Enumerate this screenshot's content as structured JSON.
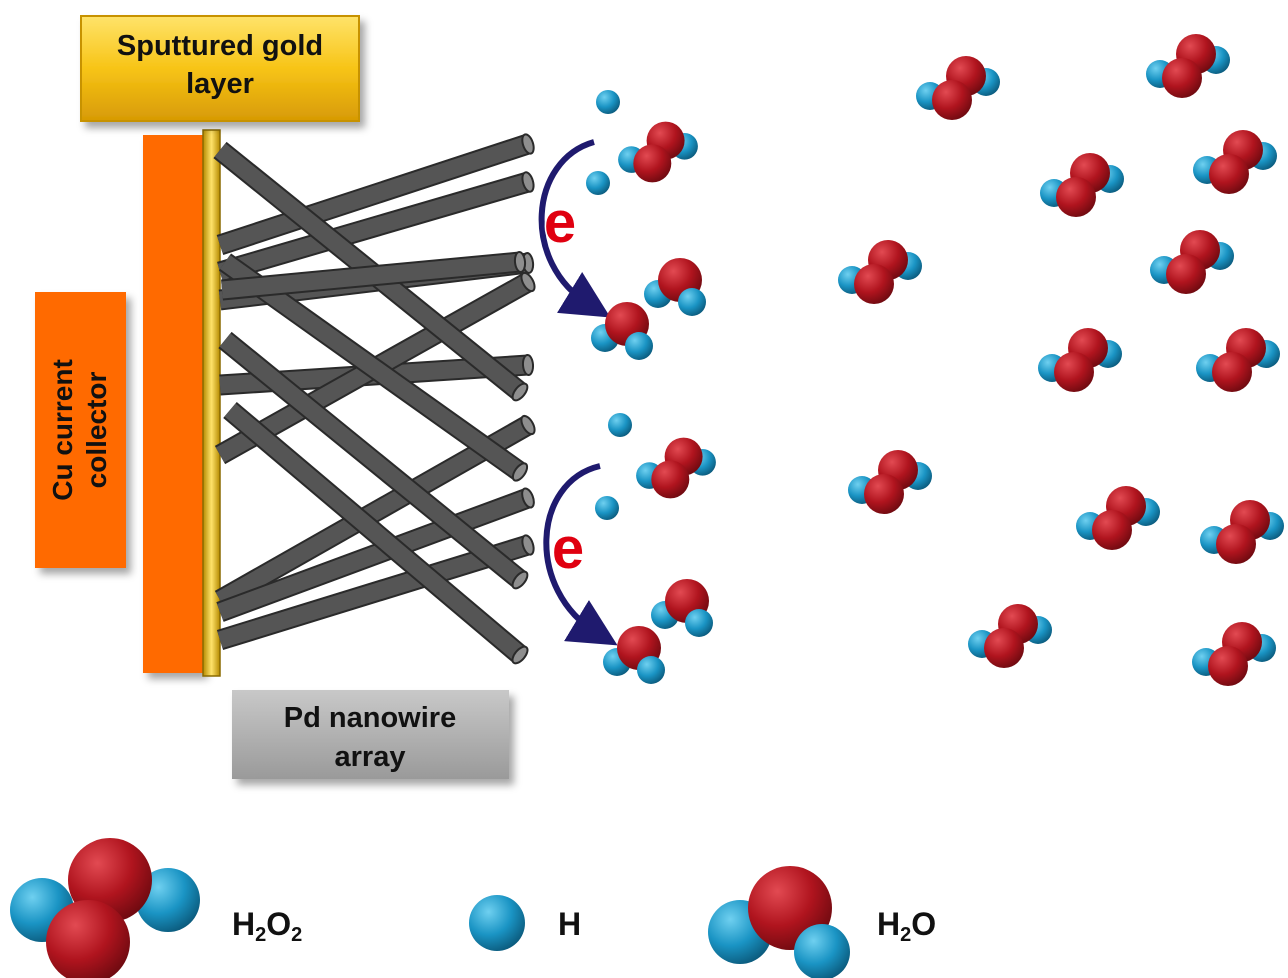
{
  "labels": {
    "gold_line1": "Sputtured gold",
    "gold_line2": "layer",
    "cu_line1": "Cu current",
    "cu_line2": "collector",
    "pd_line1": "Pd nanowire",
    "pd_line2": "array",
    "electron": "e"
  },
  "legend": [
    {
      "id": "h2o2",
      "base1": "H",
      "sub1": "2",
      "base2": "O",
      "sub2": "2"
    },
    {
      "id": "h",
      "base1": "H",
      "sub1": "",
      "base2": "",
      "sub2": ""
    },
    {
      "id": "h2o",
      "base1": "H",
      "sub1": "2",
      "base2": "O",
      "sub2": ""
    }
  ],
  "colors": {
    "oxygen": "#b0141e",
    "hydrogen": "#1a94c4",
    "copper": "#ff6a00",
    "gold": "#f7c416",
    "nanowire": "#505050",
    "arrow": "#1f1a6e",
    "electron": "#e00010"
  }
}
